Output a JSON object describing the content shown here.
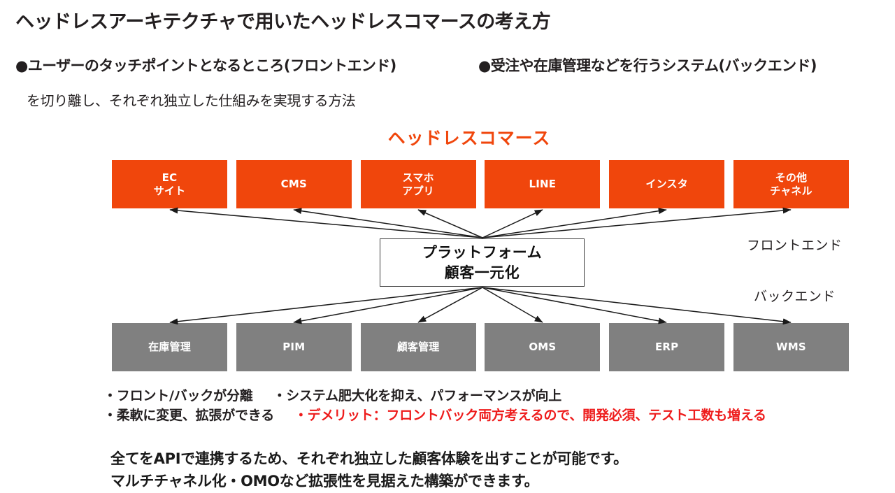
{
  "slide": {
    "title": "ヘッドレスアーキテクチャで用いたヘッドレスコマースの考え方",
    "bullets": [
      "●ユーザーのタッチポイントとなるところ(フロントエンド)",
      "●受注や在庫管理などを行うシステム(バックエンド)"
    ],
    "sub_line": "を切り離し、それぞれ独立した仕組みを実現する方法"
  },
  "diagram": {
    "heading": "ヘッドレスコマース",
    "accent_color": "#f0460c",
    "frontend_color": "#f0460c",
    "backend_color": "#808080",
    "platform": {
      "label": "プラットフォーム\n顧客一元化"
    },
    "side_labels": {
      "frontend": "フロントエンド",
      "backend": "バックエンド"
    },
    "frontend_nodes": [
      {
        "label": "EC\nサイト"
      },
      {
        "label": "CMS"
      },
      {
        "label": "スマホ\nアプリ"
      },
      {
        "label": "LINE"
      },
      {
        "label": "インスタ"
      },
      {
        "label": "その他\nチャネル"
      }
    ],
    "backend_nodes": [
      {
        "label": "在庫管理"
      },
      {
        "label": "PIM"
      },
      {
        "label": "顧客管理"
      },
      {
        "label": "OMS"
      },
      {
        "label": "ERP"
      },
      {
        "label": "WMS"
      }
    ]
  },
  "notes": {
    "line1_a": "・フロント/バックが分離",
    "line1_b": "・システム肥大化を抑え、パフォーマンスが向上",
    "line2_a": "・柔軟に変更、拡張ができる",
    "line2_b": "・デメリット：フロントバック両方考えるので、開発必須、テスト工数も増える"
  },
  "footer": {
    "line1": "全てをAPIで連携するため、それぞれ独立した顧客体験を出すことが可能です。",
    "line2": "マルチチャネル化・OMOなど拡張性を見据えた構築ができます。"
  }
}
